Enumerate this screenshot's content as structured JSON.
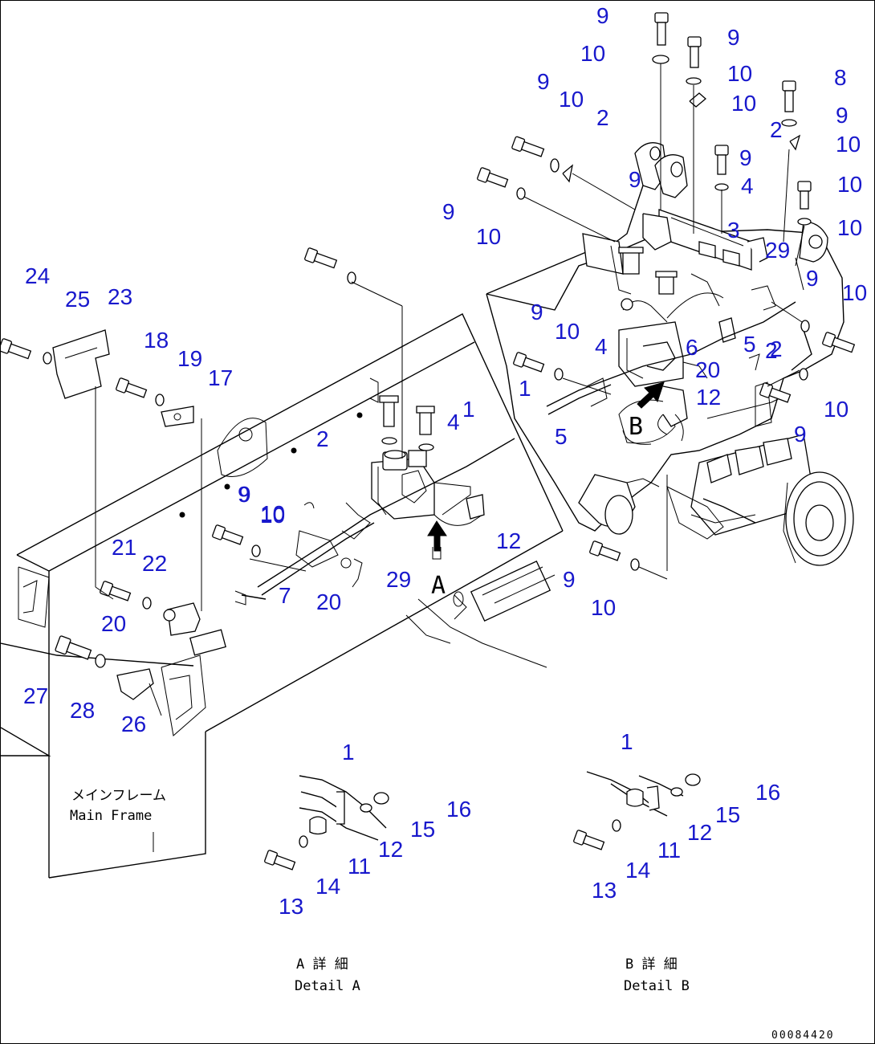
{
  "diagram": {
    "main_frame_label_jp": "メインフレーム",
    "main_frame_label_en": "Main Frame",
    "view_a_letter": "A",
    "view_b_letter": "B",
    "detail_a_title_jp": "A 詳 細",
    "detail_a_title_en": "Detail A",
    "detail_b_title_jp": "B 詳 細",
    "detail_b_title_en": "Detail B",
    "document_id": "00084420",
    "callout_color": "#1818cc"
  },
  "callouts": [
    {
      "label": "9"
    },
    {
      "label": "10"
    },
    {
      "label": "9"
    },
    {
      "label": "10"
    },
    {
      "label": "9"
    },
    {
      "label": "10"
    },
    {
      "label": "2"
    },
    {
      "label": "9"
    },
    {
      "label": "10"
    },
    {
      "label": "2"
    },
    {
      "label": "8"
    },
    {
      "label": "9"
    },
    {
      "label": "10"
    },
    {
      "label": "4"
    },
    {
      "label": "9"
    },
    {
      "label": "10"
    },
    {
      "label": "9"
    },
    {
      "label": "10"
    },
    {
      "label": "3"
    },
    {
      "label": "29"
    },
    {
      "label": "10"
    },
    {
      "label": "9"
    },
    {
      "label": "10"
    },
    {
      "label": "2"
    },
    {
      "label": "9"
    },
    {
      "label": "10"
    },
    {
      "label": "4"
    },
    {
      "label": "6"
    },
    {
      "label": "5"
    },
    {
      "label": "2"
    },
    {
      "label": "20"
    },
    {
      "label": "1"
    },
    {
      "label": "12"
    },
    {
      "label": "5"
    },
    {
      "label": "10"
    },
    {
      "label": "9"
    },
    {
      "label": "9"
    },
    {
      "label": "10"
    },
    {
      "label": "24"
    },
    {
      "label": "25"
    },
    {
      "label": "23"
    },
    {
      "label": "18"
    },
    {
      "label": "19"
    },
    {
      "label": "17"
    },
    {
      "label": "2"
    },
    {
      "label": "4"
    },
    {
      "label": "1"
    },
    {
      "label": "9"
    },
    {
      "label": "10"
    },
    {
      "label": "12"
    },
    {
      "label": "21"
    },
    {
      "label": "22"
    },
    {
      "label": "7"
    },
    {
      "label": "29"
    },
    {
      "label": "20"
    },
    {
      "label": "9"
    },
    {
      "label": "10"
    },
    {
      "label": "20"
    },
    {
      "label": "27"
    },
    {
      "label": "28"
    },
    {
      "label": "26"
    },
    {
      "label": "1"
    },
    {
      "label": "16"
    },
    {
      "label": "15"
    },
    {
      "label": "12"
    },
    {
      "label": "11"
    },
    {
      "label": "14"
    },
    {
      "label": "13"
    },
    {
      "label": "1"
    },
    {
      "label": "16"
    },
    {
      "label": "15"
    },
    {
      "label": "12"
    },
    {
      "label": "11"
    },
    {
      "label": "14"
    },
    {
      "label": "13"
    }
  ]
}
